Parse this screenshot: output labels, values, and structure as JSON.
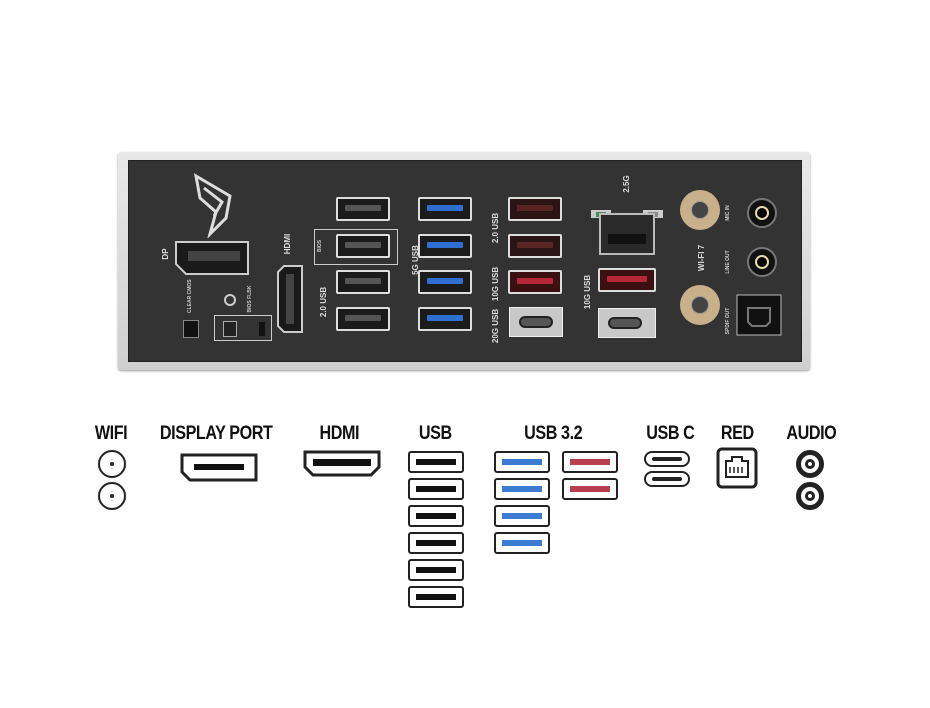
{
  "panel": {
    "dp_label": "DP",
    "hdmi_label": "HDMI",
    "clear_cmos_label": "CLEAR CMOS",
    "bios_flbk_label": "BIOS FLBK",
    "bios_label": "BIOS",
    "usb_5g_label": "5G USB",
    "usb_20_label_left": "2.0 USB",
    "usb_20_label_mid": "2.0 USB",
    "usb_10g_label": "10G USB",
    "usb_20g_label": "20G USB",
    "lan_label": "2.5G",
    "usb_10g_label_right": "10G USB",
    "wifi_label": "WI-FI 7",
    "mic_in_label": "MIC IN",
    "line_out_label": "LINE OUT",
    "spdif_out_label": "SPDIF OUT"
  },
  "legend": {
    "wifi": "WIFI",
    "display_port": "DISPLAY PORT",
    "hdmi": "HDMI",
    "usb": "USB",
    "usb32": "USB 3.2",
    "usbc": "USB C",
    "red": "RED",
    "audio": "AUDIO"
  },
  "colors": {
    "usb_blue": "#2f6fd0",
    "usb_red": "#b5283a",
    "plate": "#333333"
  }
}
